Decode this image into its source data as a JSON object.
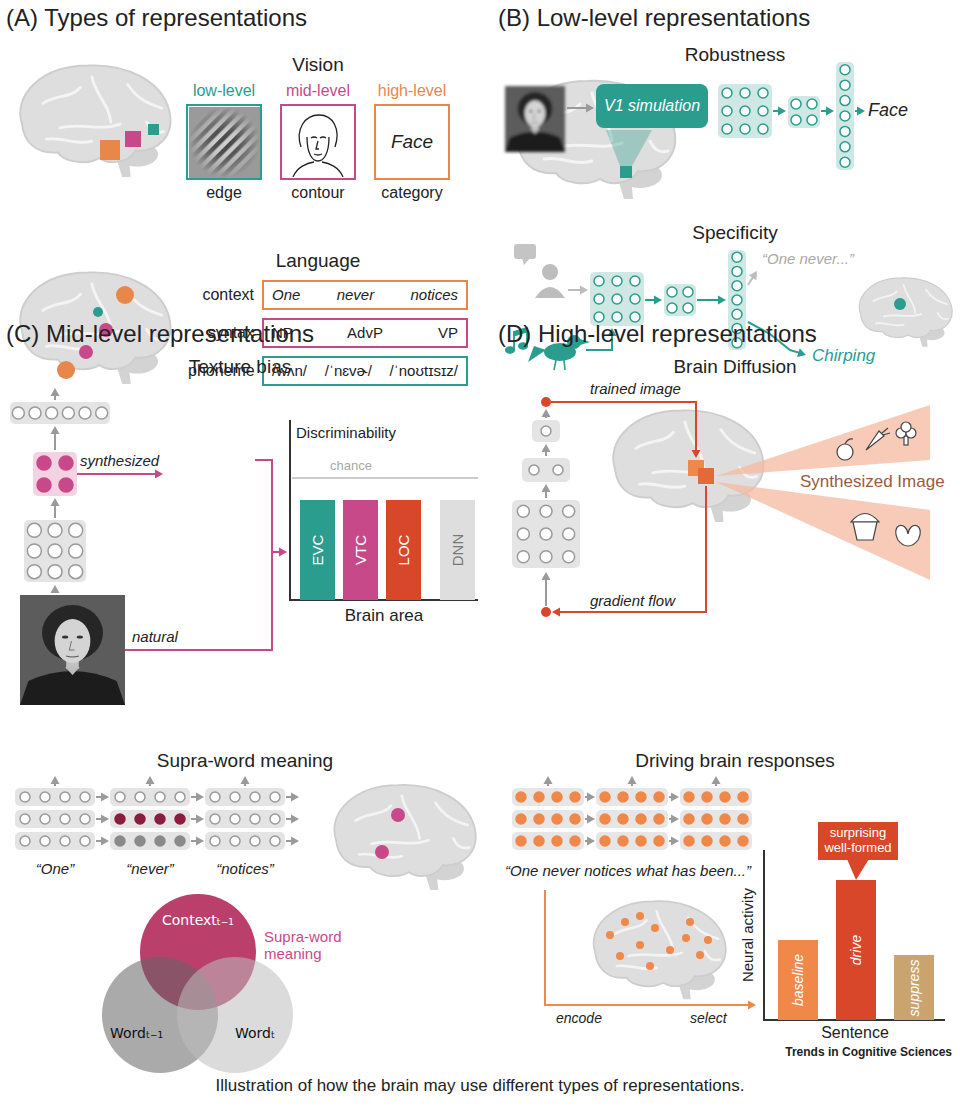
{
  "diagram": {
    "caption": "Illustration of how the brain may use different types of representations.",
    "nodes": [
      {
        "text": [
          "low-level",
          "edge"
        ]
      },
      {
        "text": [
          "mid-level",
          "contour"
        ]
      },
      {
        "text": [
          "high-level",
          "Face",
          "category"
        ]
      },
      {
        "text": [
          "context",
          "One never notices"
        ]
      },
      {
        "text": [
          "syntax",
          "NP AdvP VP"
        ]
      },
      {
        "text": [
          "phoneme",
          "/wʌn/ /ˈnɛvɚ/ /ˈnoʊtɪsɪz/"
        ]
      },
      {
        "text": [
          "V1 simulation"
        ]
      },
      {
        "text": [
          "EVC"
        ]
      },
      {
        "text": [
          "VTC"
        ]
      },
      {
        "text": [
          "LOC"
        ]
      },
      {
        "text": [
          "DNN"
        ]
      },
      {
        "text": [
          "Contextₜ₋₁"
        ]
      },
      {
        "text": [
          "Wordₜ₋₁"
        ]
      },
      {
        "text": [
          "Wordₜ"
        ]
      },
      {
        "text": [
          "surprising well-formed"
        ]
      },
      {
        "text": [
          "baseline"
        ]
      },
      {
        "text": [
          "drive"
        ]
      },
      {
        "text": [
          "suppress"
        ]
      }
    ],
    "edges": [
      {
        "from": 14,
        "to": 16,
        "arrow": "to"
      }
    ],
    "labels": [
      "(A) Types of representations",
      "Vision",
      "Language",
      "(B) Low-level representations",
      "Robustness",
      "Face",
      "Specificity",
      "“One never...”",
      "Chirping",
      "(C) Mid-level representations",
      "Texture bias",
      "synthesized",
      "natural",
      "Discriminability",
      "chance",
      "Brain area",
      "Supra-word meaning",
      "“One”",
      "“never”",
      "“notices”",
      "Supra-word meaning",
      "(D) High-level representations",
      "Brain Diffusion",
      "trained image",
      "gradient flow",
      "Synthesized Image",
      "Driving brain responses",
      "“One never notices what has been...”",
      "encode",
      "select",
      "Neural activity",
      "Sentence",
      "Trends in Cognitive Sciences"
    ]
  }
}
